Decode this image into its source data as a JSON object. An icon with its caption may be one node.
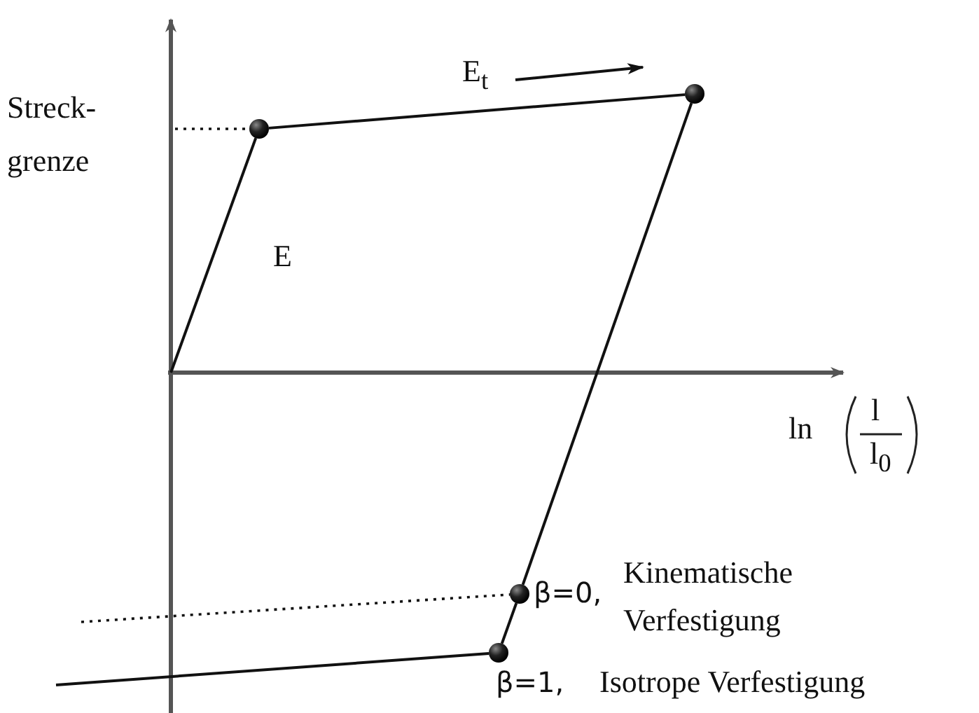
{
  "diagram": {
    "nodes": [
      {
        "text": [],
        "shape": "circle"
      },
      {
        "text": [],
        "shape": "circle"
      },
      {
        "text": [],
        "shape": "circle",
        "beside": [
          "β=0,",
          "Kinematische Verfestigung"
        ]
      },
      {
        "text": [],
        "shape": "circle",
        "beside": [
          "β=1,",
          "Isotrope Verfestigung"
        ]
      }
    ],
    "edges": [
      {
        "from": null,
        "to": 0,
        "arrow": "none"
      },
      {
        "from": 0,
        "to": 1,
        "arrow": "none"
      },
      {
        "from": 1,
        "to": 2,
        "arrow": "none"
      },
      {
        "from": 2,
        "to": 3,
        "arrow": "none"
      },
      {
        "from": 3,
        "to": null,
        "arrow": "none"
      },
      {
        "from": null,
        "to": 0,
        "arrow": "none",
        "style": "dashed"
      },
      {
        "from": null,
        "to": 2,
        "arrow": "none",
        "style": "dashed"
      }
    ],
    "labels": [
      "Streck- grenze",
      "E$_{t}$",
      "E",
      "ln",
      "l",
      "l$_{0}$"
    ]
  }
}
